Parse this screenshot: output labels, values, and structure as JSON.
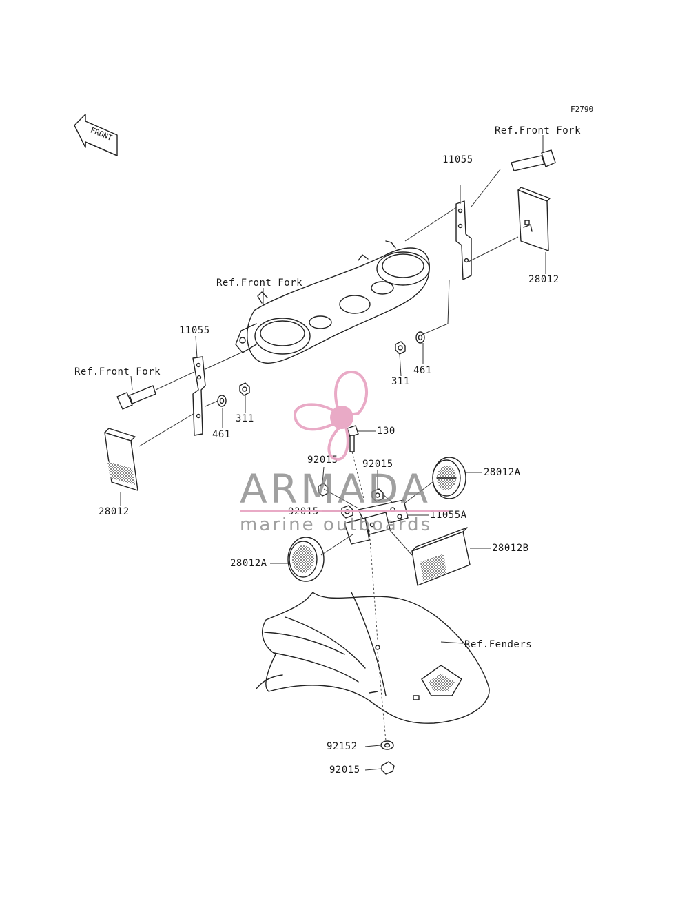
{
  "figure_code": "F2790",
  "front_arrow_label": "FRONT",
  "labels": {
    "ref_front_fork_top": "Ref.Front Fork",
    "ref_front_fork_mid": "Ref.Front Fork",
    "ref_front_fork_left": "Ref.Front Fork",
    "bracket_right": "11055",
    "bracket_left": "11055",
    "reflector_right": "28012",
    "reflector_left": "28012",
    "nut_311_right": "311",
    "washer_461_right": "461",
    "washer_461_left": "461",
    "nut_311_left": "311",
    "bolt_130": "130",
    "nut_92015_a": "92015",
    "nut_92015_b": "92015",
    "nut_92015_c": "92015",
    "reflector_round_right": "28012A",
    "bracket_center": "11055A",
    "reflector_round_left": "28012A",
    "reflector_rect_b": "28012B",
    "ref_fenders": "Ref.Fenders",
    "nut_92152": "92152",
    "nut_92015_bottom": "92015"
  },
  "watermark": {
    "brand": "ARMADA",
    "tagline": "marine outboards",
    "accent_color": "#e8a6c4",
    "text_color": "#8a8a8a"
  }
}
